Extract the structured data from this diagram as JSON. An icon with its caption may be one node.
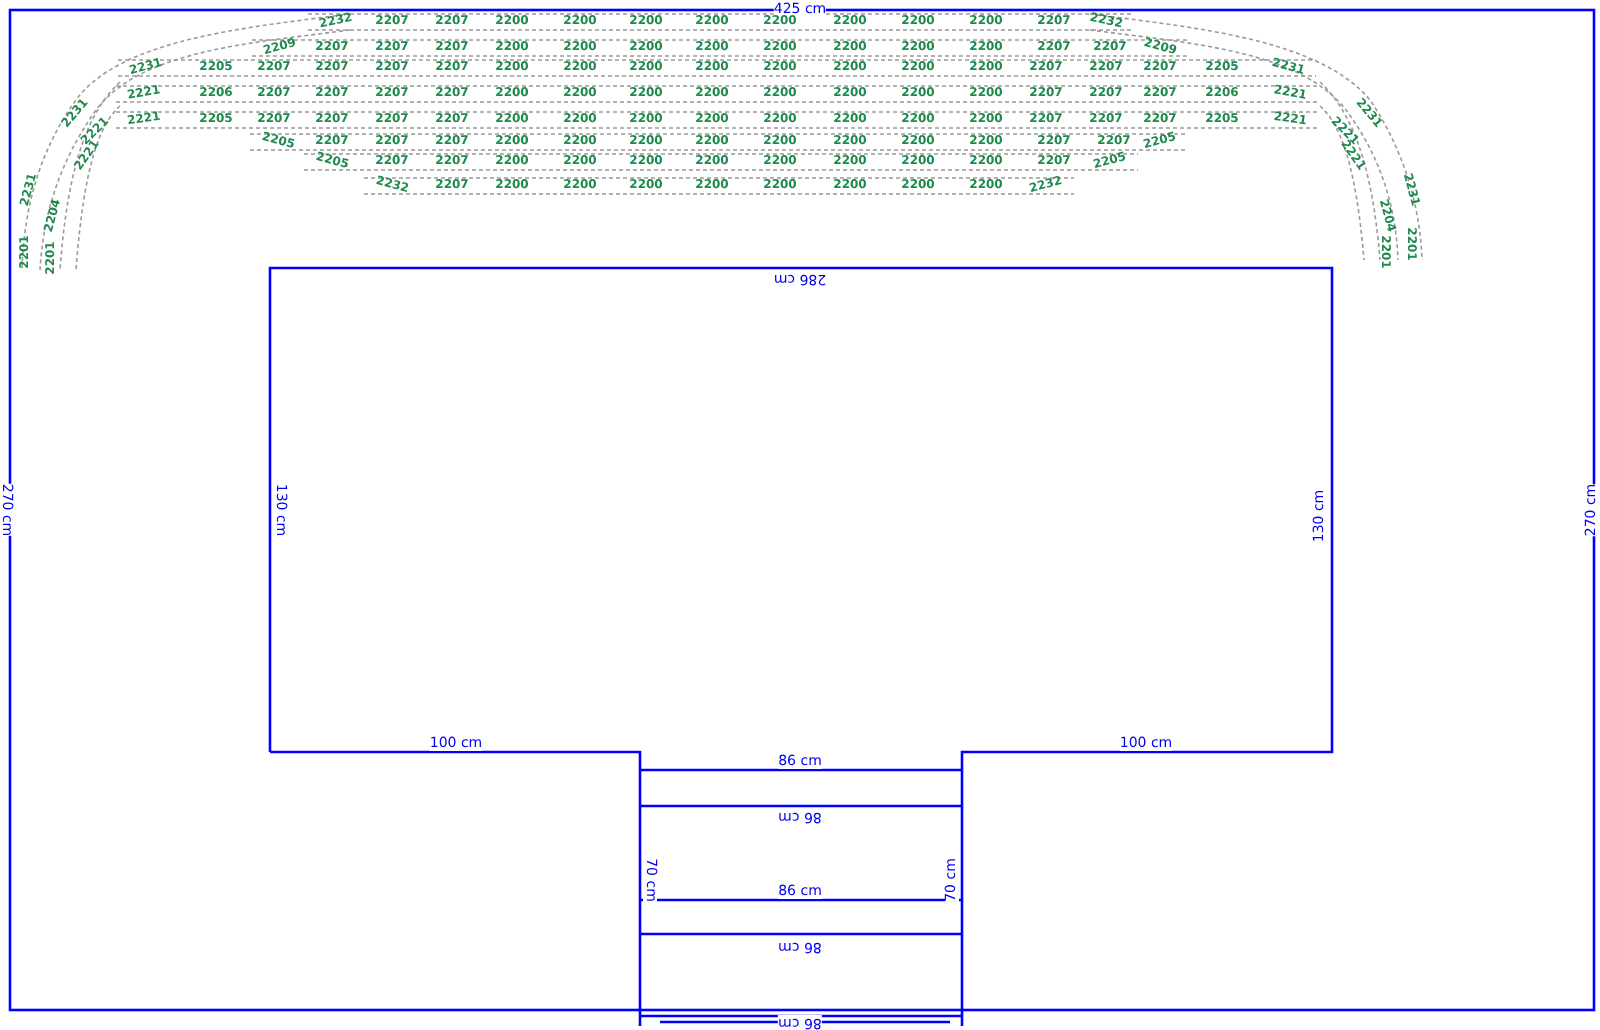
{
  "diagram": {
    "labels": [
      "425 cm",
      "2232",
      "2207",
      "2207",
      "2200",
      "2200",
      "2200",
      "2200",
      "2200",
      "2200",
      "2200",
      "2200",
      "2207",
      "2232",
      "2209",
      "2207",
      "2207",
      "2207",
      "2200",
      "2200",
      "2200",
      "2200",
      "2200",
      "2200",
      "2200",
      "2200",
      "2207",
      "2207",
      "2209",
      "2231",
      "2205",
      "2207",
      "2207",
      "2207",
      "2207",
      "2200",
      "2200",
      "2200",
      "2200",
      "2200",
      "2200",
      "2200",
      "2200",
      "2207",
      "2207",
      "2207",
      "2205",
      "2231",
      "2221",
      "2206",
      "2207",
      "2207",
      "2207",
      "2207",
      "2200",
      "2200",
      "2200",
      "2200",
      "2200",
      "2200",
      "2200",
      "2200",
      "2207",
      "2207",
      "2207",
      "2206",
      "2221",
      "2221",
      "2205",
      "2207",
      "2207",
      "2207",
      "2207",
      "2200",
      "2200",
      "2200",
      "2200",
      "2200",
      "2200",
      "2200",
      "2200",
      "2207",
      "2207",
      "2207",
      "2205",
      "2221",
      "2205",
      "2207",
      "2207",
      "2207",
      "2200",
      "2200",
      "2200",
      "2200",
      "2200",
      "2200",
      "2200",
      "2200",
      "2207",
      "2207",
      "2205",
      "2205",
      "2207",
      "2207",
      "2200",
      "2200",
      "2200",
      "2200",
      "2200",
      "2200",
      "2200",
      "2200",
      "2207",
      "2205",
      "2232",
      "2207",
      "2200",
      "2200",
      "2200",
      "2200",
      "2200",
      "2200",
      "2200",
      "2200",
      "2232",
      "2231",
      "2231",
      "2201",
      "2221",
      "2221",
      "2204",
      "2201",
      "2231",
      "2231",
      "2201",
      "2221",
      "2221",
      "2204",
      "2201",
      "270 cm",
      "286 cm",
      "130 cm",
      "130 cm",
      "270 cm",
      "100 cm",
      "100 cm",
      "86 cm",
      "86 cm",
      "70 cm",
      "70 cm",
      "86 cm",
      "86 cm",
      "86 cm"
    ]
  }
}
